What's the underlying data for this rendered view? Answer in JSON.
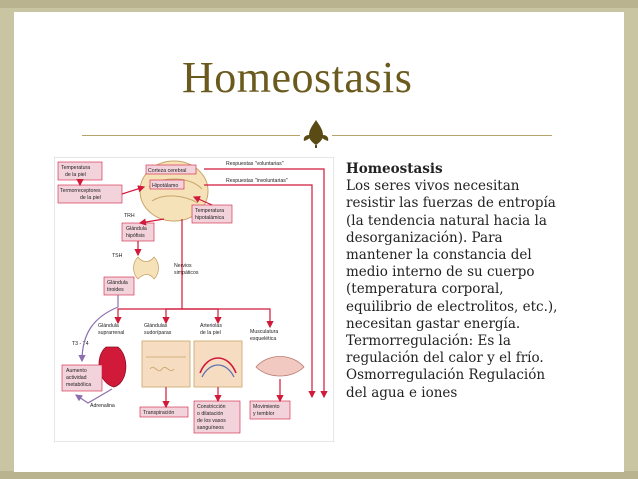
{
  "slide": {
    "title": "Homeostasis",
    "colors": {
      "background": "#c9c5a3",
      "title": "#6b5a1e",
      "rule": "#b8a46a",
      "box_fill": "#f2d3dc",
      "arrow_red": "#d1193a",
      "arrow_purple": "#8d6fb0"
    },
    "ornament_icon": "fleur-icon",
    "body": {
      "heading": "Homeostasis",
      "lines": [
        "Los seres vivos necesitan",
        "resistir las fuerzas de entropía",
        "(la tendencia natural hacia la",
        "desorganización). Para",
        "mantener la constancia del",
        "medio interno de su cuerpo",
        "(temperatura corporal,",
        "equilibrio de electrolitos, etc.),",
        "necesitan gastar energía.",
        "Termorregulación: Es la",
        "regulación del calor y el frío.",
        "Osmorregulación Regulación",
        "del agua e iones"
      ]
    },
    "diagram": {
      "labels": {
        "temperatura_piel": [
          "Temperatura",
          "de la piel"
        ],
        "termoreceptores": [
          "Termorreceptores",
          "de la piel"
        ],
        "corteza": "Corteza cerebral",
        "hipotalamo": "Hipotálamo",
        "respuestas_voluntarias": "Respuestas \"voluntarias\"",
        "respuestas_involuntarias": "Respuestas \"involuntarias\"",
        "temp_hipotalamica": [
          "Temperatura",
          "hipotalámica"
        ],
        "trh": "TRH",
        "hipofisis": [
          "Glándula",
          "hipófisis"
        ],
        "tsh": "TSH",
        "tiroides": [
          "Glándula",
          "tiroides"
        ],
        "nervios": [
          "Nervios",
          "simpáticos"
        ],
        "t3t4": "T3 - T4",
        "suprarrenal": [
          "Glándula",
          "suprarrenal"
        ],
        "sudoriparas": [
          "Glándulas",
          "sudoríparas"
        ],
        "arteriolas": [
          "Arteriolas",
          "de la piel"
        ],
        "musculatura": [
          "Musculatura",
          "esquelética"
        ],
        "aumento": [
          "Aumento",
          "actividad",
          "metabólica"
        ],
        "adrenalina": "Adrenalina",
        "transpiracion": "Transpiración",
        "constriccion": [
          "Constricción",
          "o dilatación",
          "de los vasos",
          "sanguíneos"
        ],
        "movimiento": [
          "Movimiento",
          "y temblor"
        ]
      }
    }
  }
}
